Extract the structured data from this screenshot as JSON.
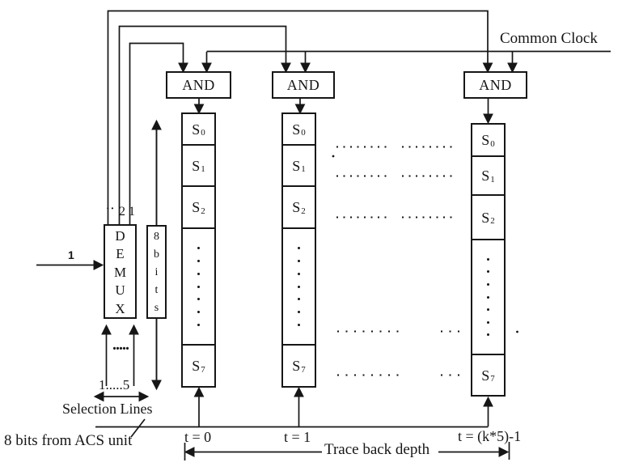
{
  "figure": {
    "clock_label": "Common Clock",
    "gate_label": "AND",
    "demux_letters": [
      "D",
      "E",
      "M",
      "U",
      "X"
    ],
    "demux_input_label": "1",
    "demux_top_labels": {
      "more": "··",
      "line2": "2",
      "line1": "1"
    },
    "bus_letters": [
      "8",
      "b",
      "i",
      "t",
      "s"
    ],
    "selection_dots": ".....",
    "selection_range": "1.....5",
    "selection_caption": "Selection Lines",
    "acs_caption": "8 bits from ACS unit",
    "trace_caption": "Trace back depth",
    "columns": [
      {
        "time_label": "t = 0",
        "cells": [
          {
            "base": "S",
            "sub": "0"
          },
          {
            "base": "S",
            "sub": "1"
          },
          {
            "base": "S",
            "sub": "2"
          },
          {
            "dots": "·······"
          },
          {
            "base": "S",
            "sub": "7"
          }
        ]
      },
      {
        "time_label": "t = 1",
        "cells": [
          {
            "base": "S",
            "sub": "0"
          },
          {
            "base": "S",
            "sub": "1"
          },
          {
            "base": "S",
            "sub": "2"
          },
          {
            "dots": "·······"
          },
          {
            "base": "S",
            "sub": "7"
          }
        ]
      },
      {
        "time_label": "t = (k*5)-1",
        "cells": [
          {
            "base": "S",
            "sub": "0"
          },
          {
            "base": "S",
            "sub": "1"
          },
          {
            "base": "S",
            "sub": "2"
          },
          {
            "dots": "·······"
          },
          {
            "base": "S",
            "sub": "7"
          }
        ]
      }
    ]
  },
  "colors": {
    "ink": "#161616",
    "background": "#ffffff"
  }
}
